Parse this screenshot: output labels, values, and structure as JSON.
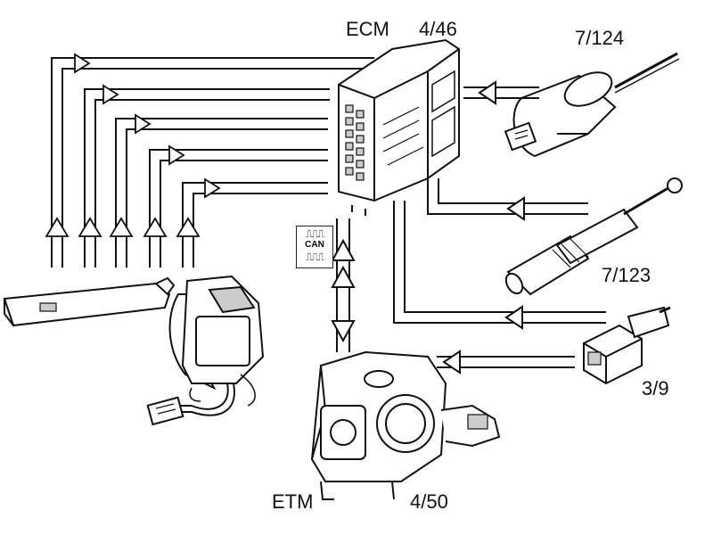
{
  "labels": {
    "ecm": "ECM",
    "ecm_part": "4/46",
    "sensor_top": "7/124",
    "pedal_sensor": "7/123",
    "switch": "3/9",
    "etm": "ETM",
    "etm_part": "4/50",
    "bus": "CAN"
  },
  "colors": {
    "line": "#111111",
    "fill": "#ffffff",
    "shade": "#cccccc"
  }
}
